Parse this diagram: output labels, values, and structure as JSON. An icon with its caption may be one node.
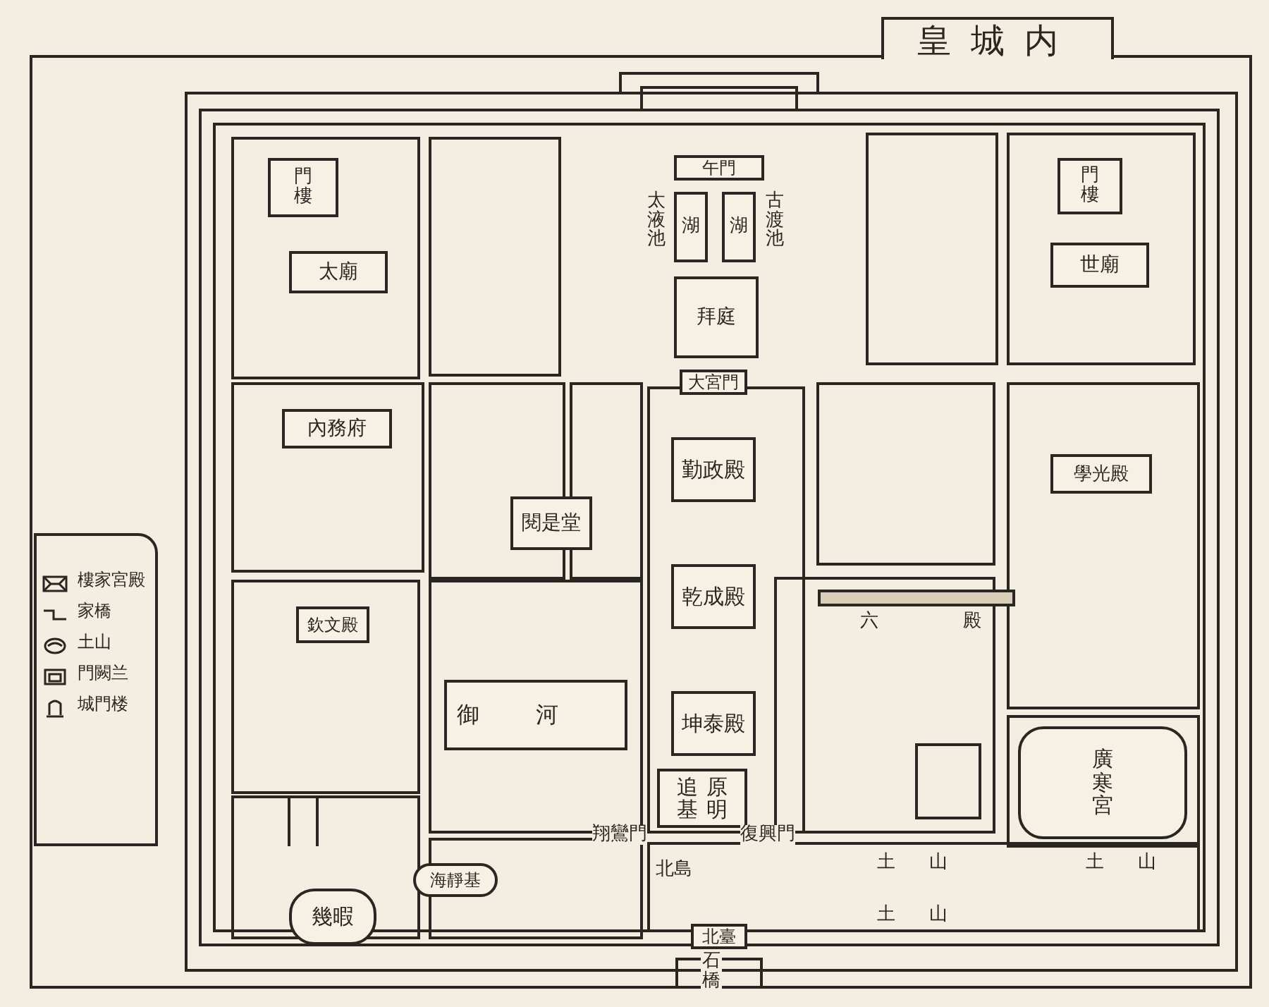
{
  "diagram": {
    "title": "皇城内",
    "nodes": [
      {
        "text": [
          "午門"
        ]
      },
      {
        "text": [
          "湖"
        ]
      },
      {
        "text": [
          "湖"
        ]
      },
      {
        "text": [
          "拜庭"
        ]
      },
      {
        "text": [
          "門樓"
        ]
      },
      {
        "text": [
          "太廟"
        ]
      },
      {
        "text": [
          "門樓"
        ]
      },
      {
        "text": [
          "世廟"
        ]
      },
      {
        "text": [
          "大宮門"
        ]
      },
      {
        "text": [
          "內務府"
        ]
      },
      {
        "text": [
          "勤政殿"
        ]
      },
      {
        "text": [
          "閱是堂"
        ]
      },
      {
        "text": [
          "學光殿"
        ]
      },
      {
        "text": [
          "乾成殿"
        ]
      },
      {
        "text": [],
        "shape": "bar",
        "beside": [
          "六殿"
        ]
      },
      {
        "text": [
          "欽文殿"
        ]
      },
      {
        "text": [
          "御河"
        ]
      },
      {
        "text": [
          "坤泰殿"
        ]
      },
      {
        "text": [
          "追基",
          "原明"
        ]
      },
      {
        "text": [
          "廣寒宮"
        ]
      },
      {
        "text": [
          "海靜基"
        ]
      },
      {
        "text": [
          "幾暇"
        ]
      },
      {
        "text": [
          "北臺"
        ]
      }
    ],
    "labels": [
      "太液池",
      "古渡池",
      "翔鸞門",
      "復興門",
      "北島",
      "土山",
      "土山",
      "土山",
      "石橋"
    ],
    "legend": [
      {
        "text": "樓家宮殿"
      },
      {
        "text": "家橋"
      },
      {
        "text": "土山"
      },
      {
        "text": "門闕兰"
      },
      {
        "text": "城門楼"
      }
    ]
  }
}
